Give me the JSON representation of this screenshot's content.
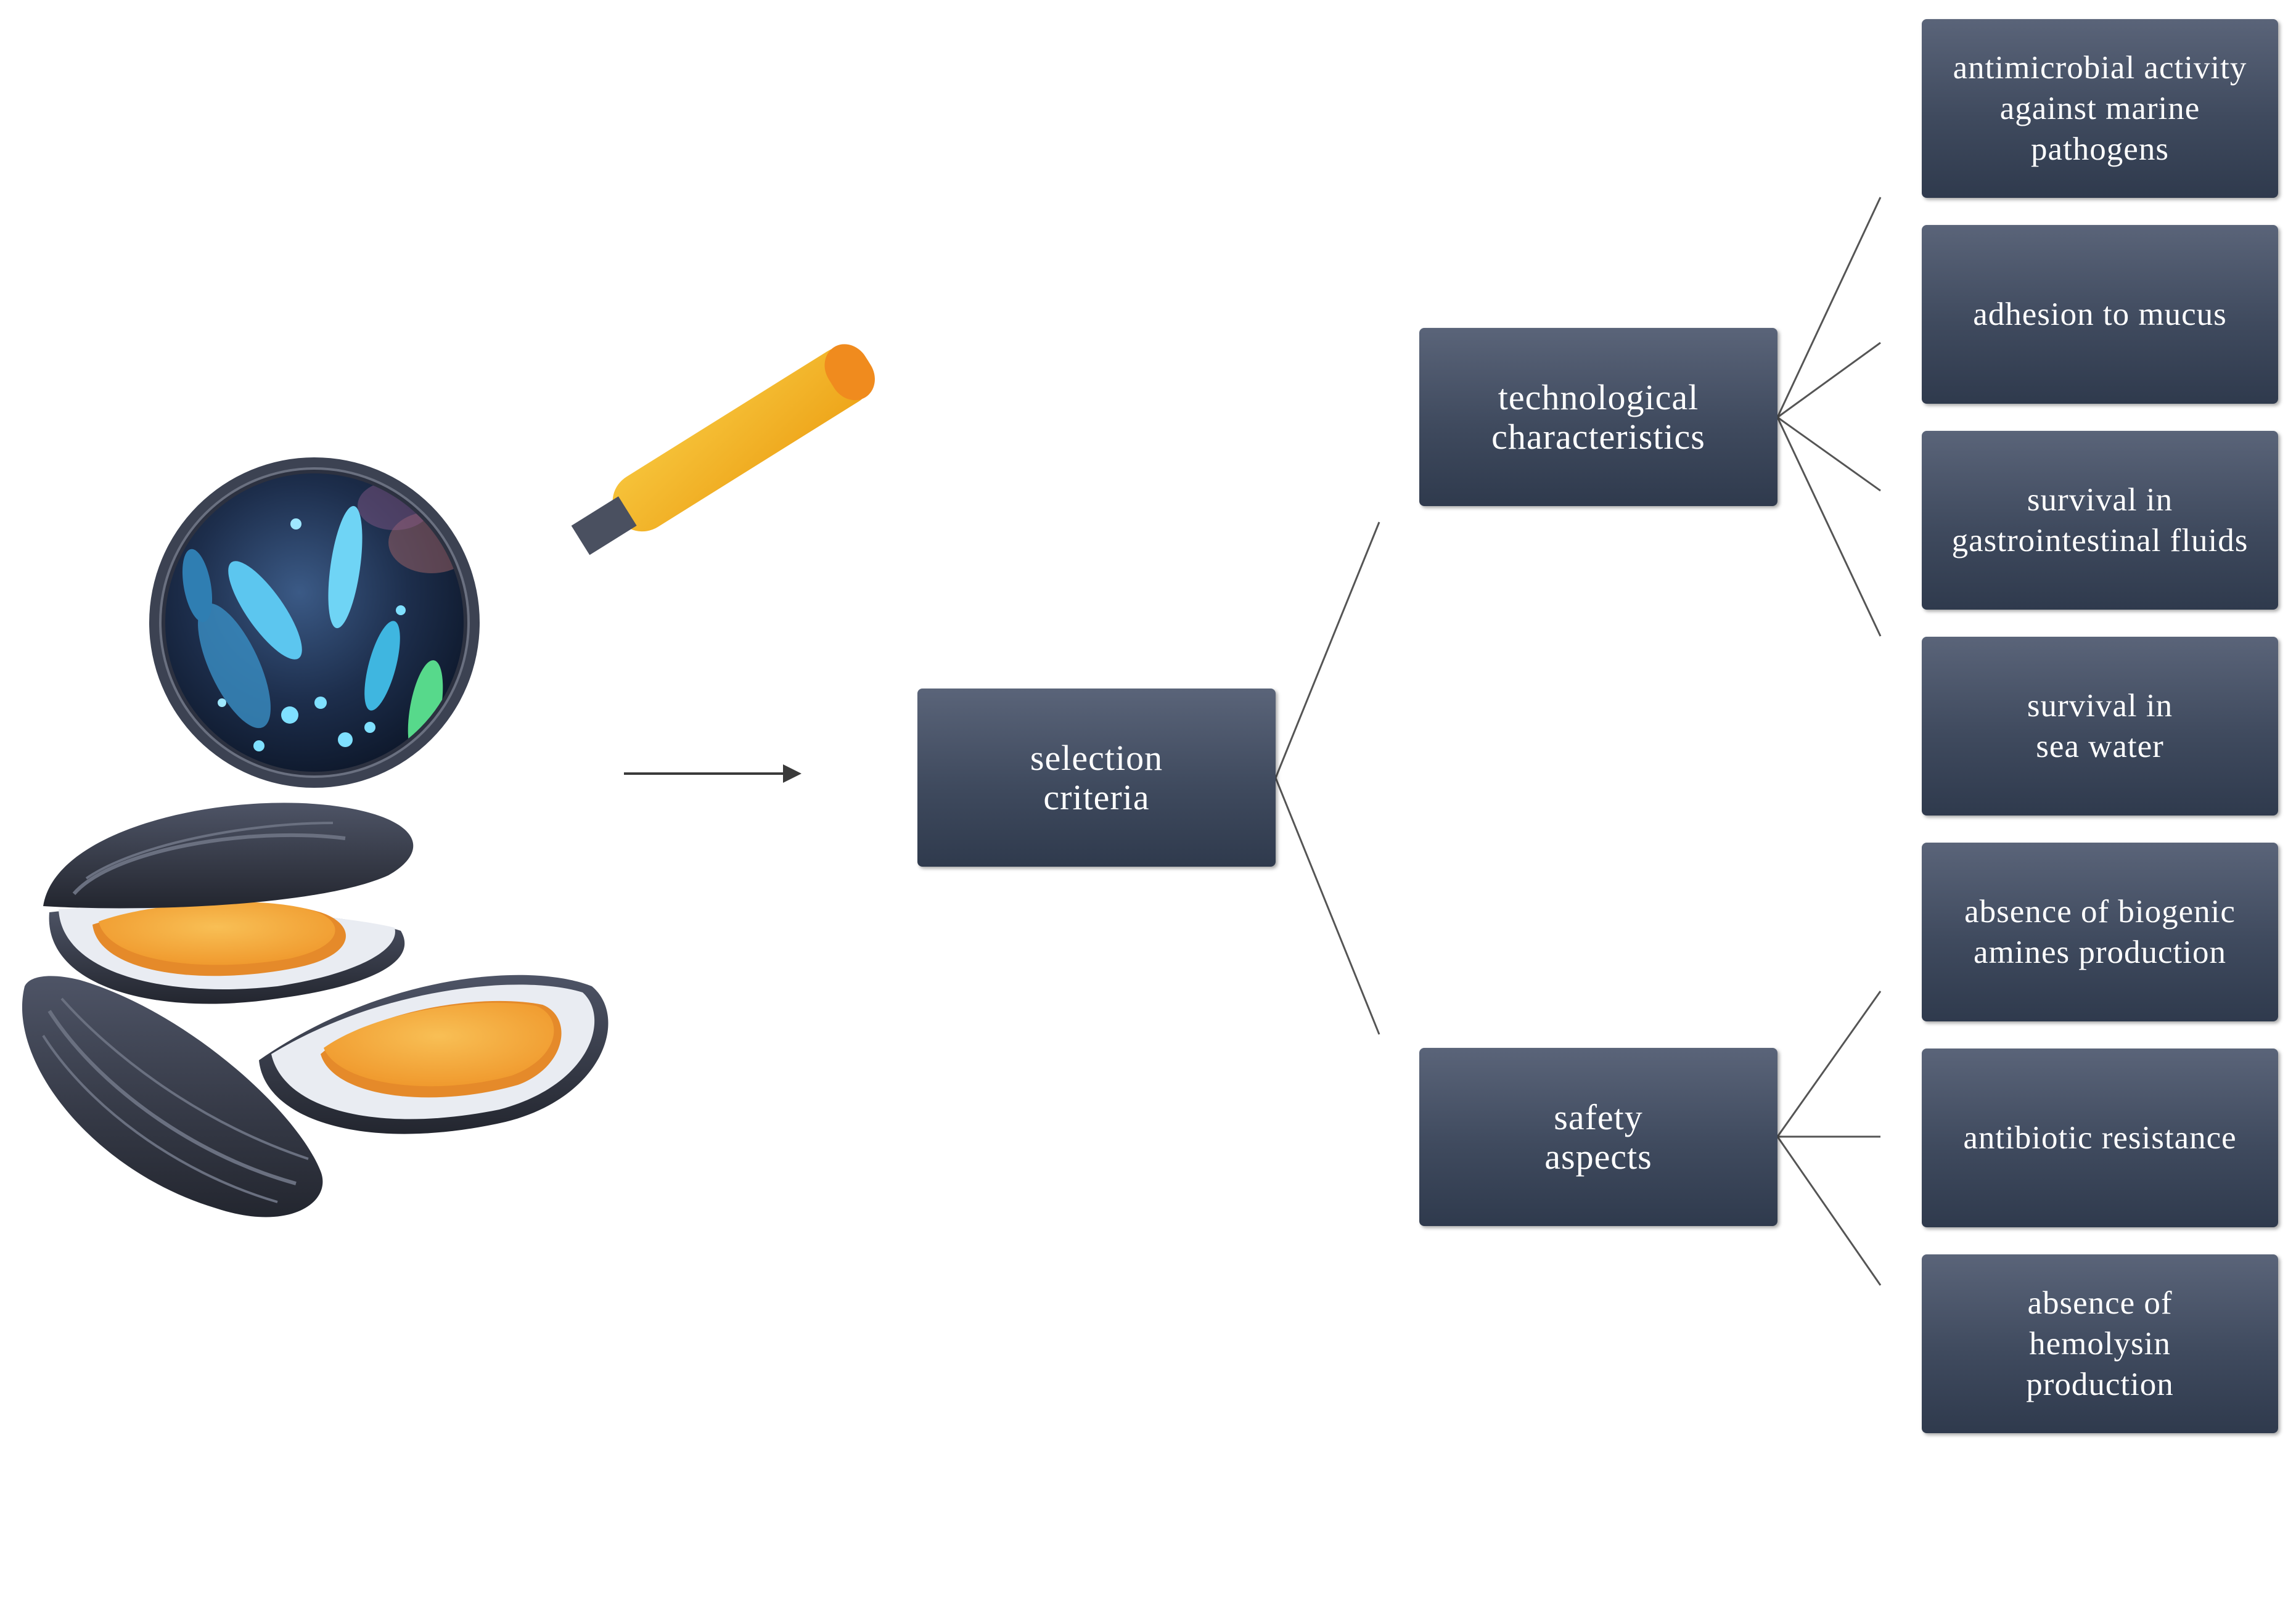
{
  "diagram": {
    "root": {
      "lines": [
        "selection",
        "criteria"
      ]
    },
    "categories": [
      {
        "id": "technological",
        "lines": [
          "technological",
          "characteristics"
        ],
        "children": [
          {
            "lines": [
              "antimicrobial activity",
              "against marine",
              "pathogens"
            ]
          },
          {
            "lines": [
              "adhesion to mucus"
            ]
          },
          {
            "lines": [
              "survival in",
              "gastrointestinal fluids"
            ]
          },
          {
            "lines": [
              "survival in",
              "sea water"
            ]
          }
        ]
      },
      {
        "id": "safety",
        "lines": [
          "safety",
          "aspects"
        ],
        "children": [
          {
            "lines": [
              "absence of biogenic",
              "amines production"
            ]
          },
          {
            "lines": [
              "antibiotic resistance"
            ]
          },
          {
            "lines": [
              "absence of",
              "hemolysin",
              "production"
            ]
          }
        ]
      }
    ]
  },
  "colors": {
    "box_top": "#5a6479",
    "box_bottom": "#2f3a4d",
    "connector": "#555555",
    "arrow": "#3a3a3a",
    "mussel_shell": "#2e3240",
    "mussel_shell_light": "#5b6070",
    "mussel_meat": "#f4a93c",
    "mussel_meat_edge": "#e58a2a",
    "shell_inner": "#e9ecf2",
    "magnifier_handle": "#f2b21e",
    "magnifier_handle_end": "#f08b1e",
    "magnifier_rim": "#4a5060",
    "magnifier_glass": "#1a2a44",
    "bacteria_blue": "#4fc3e8",
    "bacteria_green": "#57d98b"
  },
  "icons": {
    "illustration_magnifier": "magnifier-bacteria-icon",
    "illustration_mussels": "mussels-icon"
  }
}
